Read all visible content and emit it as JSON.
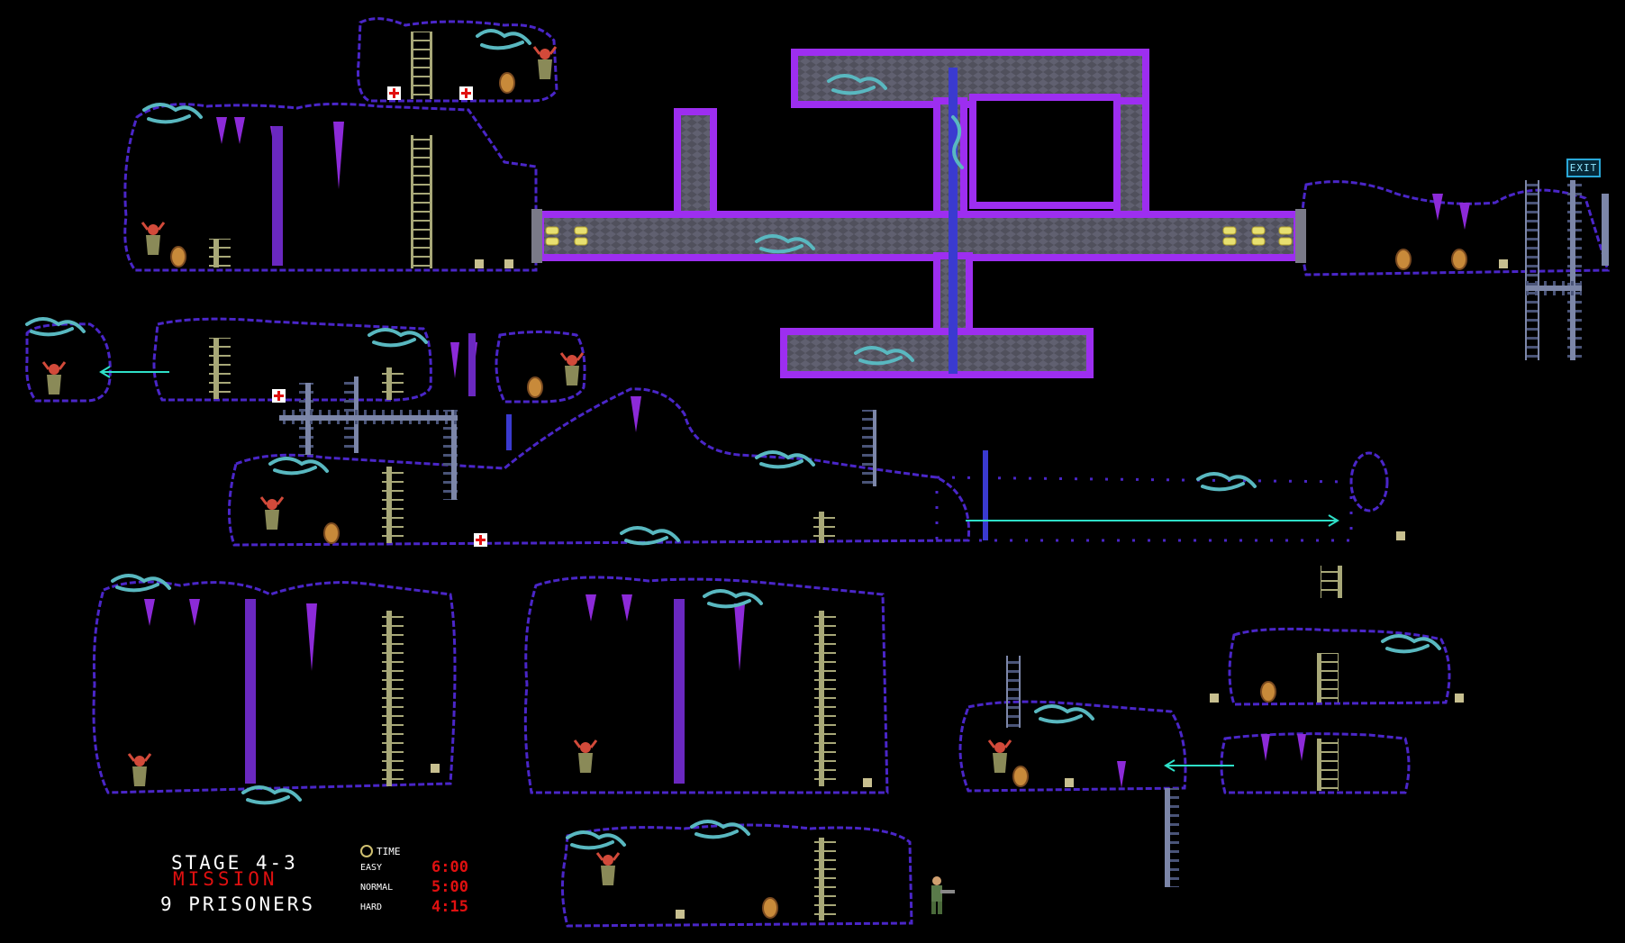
{
  "legend": {
    "stage": "STAGE 4-3",
    "mission": "MISSION",
    "prisoners": "9 PRISONERS"
  },
  "time": {
    "label": "TIME",
    "rows": [
      {
        "difficulty": "EASY",
        "value": "6:00"
      },
      {
        "difficulty": "NORMAL",
        "value": "5:00"
      },
      {
        "difficulty": "HARD",
        "value": "4:15"
      }
    ]
  },
  "exit_label": "EXIT",
  "colors": {
    "background": "#000000",
    "cave_outline": "#4a26c8",
    "cave_spike": "#8c2ad8",
    "corridor_border": "#9d2ef0",
    "corridor_fill": "#4a4a58",
    "ladder": "#a8a878",
    "alien": "#59b8c0",
    "prisoner": "#d24a3a",
    "arrow": "#2ee0c8",
    "mission_text": "#e01010"
  }
}
